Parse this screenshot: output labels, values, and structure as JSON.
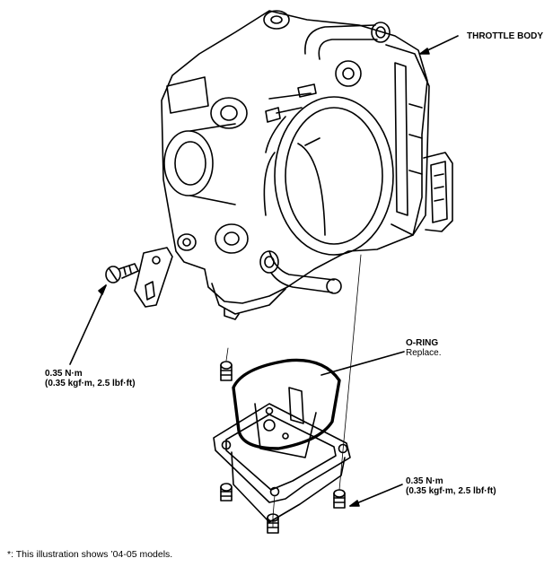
{
  "labels": {
    "throttle_body": "THROTTLE BODY",
    "oring_title": "O-RING",
    "oring_note": "Replace.",
    "torque_left_line1": "0.35 N·m",
    "torque_left_line2": "(0.35 kgf·m, 2.5 lbf·ft)",
    "torque_right_line1": "0.35 N·m",
    "torque_right_line2": "(0.35 kgf·m, 2.5 lbf·ft)"
  },
  "footnote": "*: This illustration shows ’04-05 models.",
  "colors": {
    "line": "#000000",
    "paper": "#ffffff"
  }
}
